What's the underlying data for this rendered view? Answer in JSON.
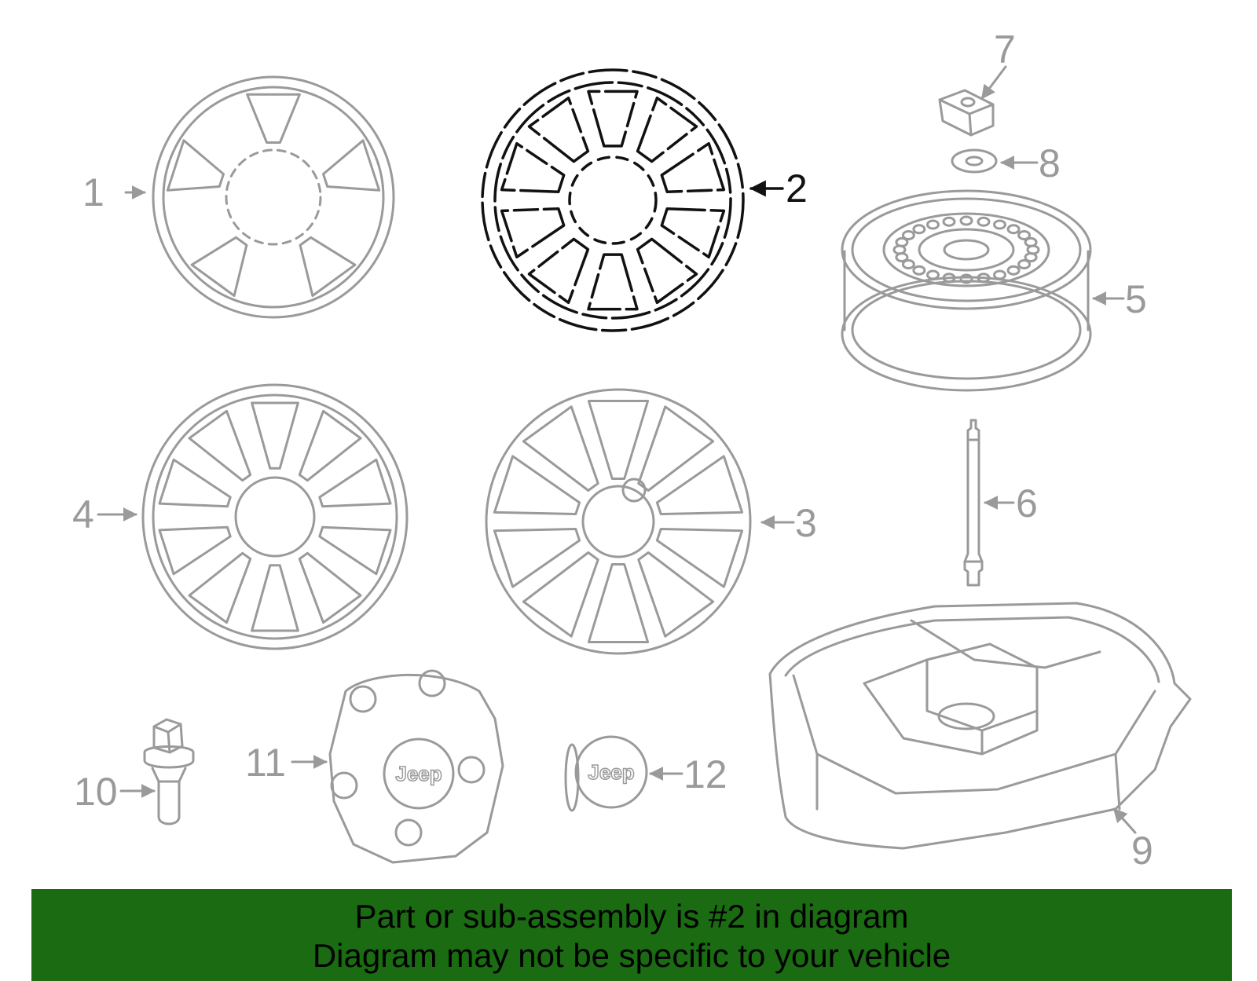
{
  "callouts": {
    "c1": "1",
    "c2": "2",
    "c3": "3",
    "c4": "4",
    "c5": "5",
    "c6": "6",
    "c7": "7",
    "c8": "8",
    "c9": "9",
    "c10": "10",
    "c11": "11",
    "c12": "12"
  },
  "logo_text": "Jeep",
  "highlighted_part": "2",
  "banner": {
    "line1": "Part or sub-assembly is #2 in diagram",
    "line2": "Diagram may not be specific to your vehicle"
  },
  "colors": {
    "part_stroke": "#9a9a9a",
    "highlight_stroke": "#111111",
    "banner_bg": "#1a6b12",
    "banner_text": "#000000"
  }
}
